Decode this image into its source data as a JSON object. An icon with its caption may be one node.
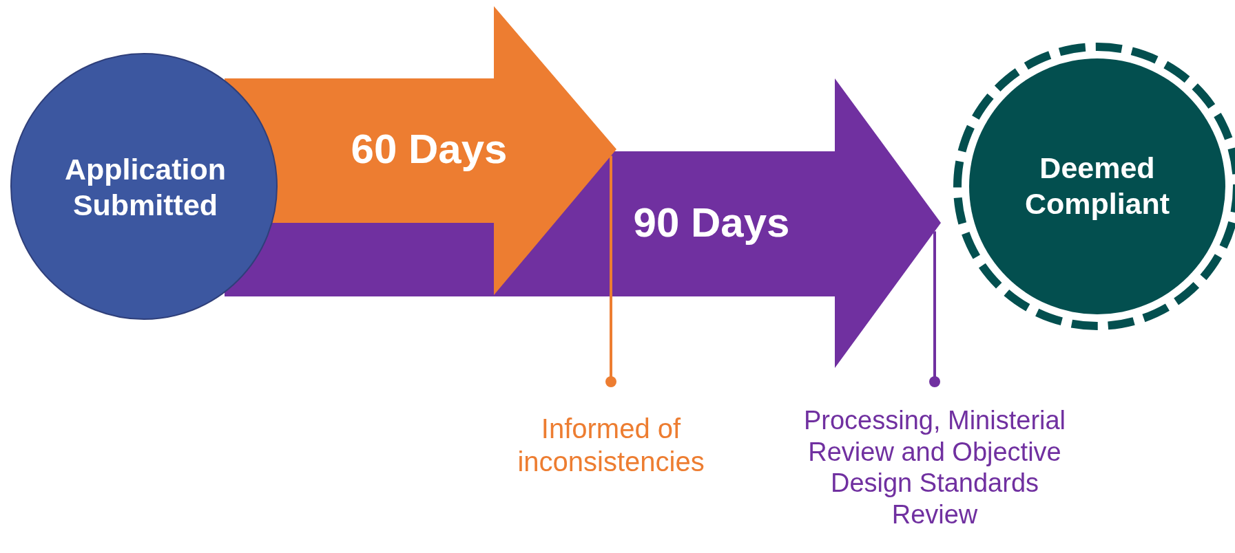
{
  "diagram": {
    "nodes": [
      {
        "text": [
          "Application Submitted"
        ]
      },
      {
        "text": [
          "60 Days"
        ]
      },
      {
        "text": [
          "90 Days"
        ]
      },
      {
        "text": [
          "Deemed Compliant"
        ]
      },
      {
        "text": [
          "Informed of inconsistencies"
        ]
      },
      {
        "text": [
          "Processing, Ministerial Review and Objective Design Standards Review"
        ]
      }
    ],
    "edges": [
      {
        "from": 4,
        "to": 1,
        "arrow": "other",
        "color": "#ed7d31"
      },
      {
        "from": 5,
        "to": 2,
        "arrow": "other",
        "color": "#7030a0"
      }
    ]
  }
}
